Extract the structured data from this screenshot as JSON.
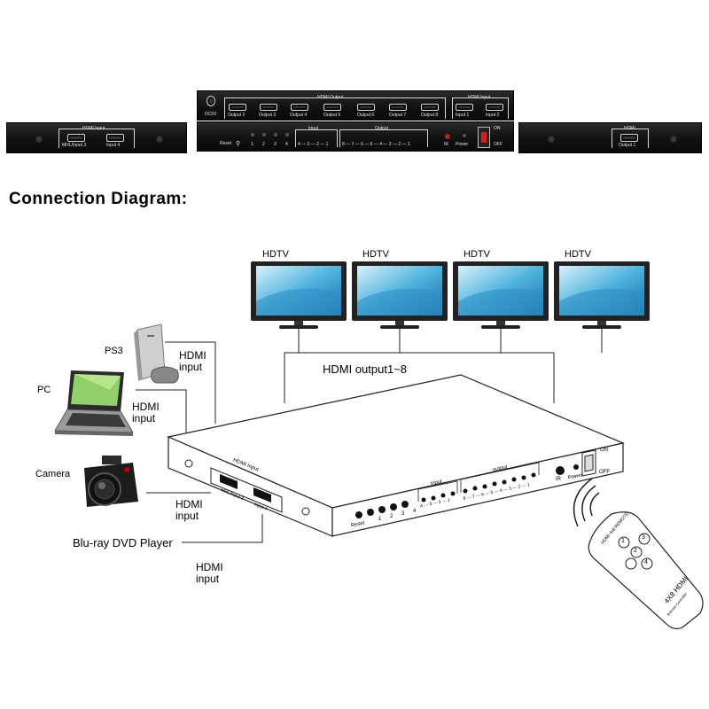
{
  "photo": {
    "left_unit": {
      "group_label": "HDMI Input",
      "ports": [
        "MHL/Input 3",
        "Input 4"
      ]
    },
    "center_rear": {
      "dc_label": "DC5V",
      "output_group": "HDMI Output",
      "outputs": [
        "Output 2",
        "Output 3",
        "Output 4",
        "Output 5",
        "Output 6",
        "Output 7",
        "Output 8"
      ],
      "input_group": "HDMI Input",
      "inputs": [
        "Input 1",
        "Input 2"
      ]
    },
    "center_front": {
      "reset": "Reset",
      "buttons": [
        "1",
        "2",
        "3",
        "4"
      ],
      "input_group": "Input",
      "input_seq": "4 — 3 — 2 — 1",
      "output_group": "Output",
      "output_seq": "8 — 7 — 6 — 5 — 4 — 3 — 2 — 1",
      "ir": "IR",
      "power": "Power",
      "on": "ON",
      "off": "OFF"
    },
    "right_unit": {
      "group_label": "HDMI",
      "port": "Output 1"
    }
  },
  "diagram": {
    "title": "Connection Diagram:",
    "tv_labels": [
      "HDTV",
      "HDTV",
      "HDTV",
      "HDTV"
    ],
    "output_label": "HDMI output1~8",
    "sources": [
      "PS3",
      "PC",
      "Camera",
      "Blu-ray DVD Player"
    ],
    "hdmi_word": "HDMI",
    "input_word": "input",
    "device": {
      "side_label": "HDMI Input",
      "side_ports": [
        "MHL/Input 3",
        "Input 4"
      ],
      "reset": "Reset",
      "buttons": [
        "1",
        "2",
        "3",
        "4"
      ],
      "input_group": "input",
      "input_seq": "4 — 3 — 2 — 1",
      "output_group": "output",
      "output_seq": "8 — 7 — 6 — 5 — 4 — 3 — 2 — 1",
      "ir": "IR",
      "power": "Power",
      "on": "ON",
      "off": "OFF"
    },
    "remote": {
      "top_text": "HDMI 4x8 REMOTE",
      "buttons": [
        "1",
        "2",
        "3",
        "4"
      ],
      "brand": "4X8 HDMI",
      "sub": "Remote Controller"
    }
  }
}
